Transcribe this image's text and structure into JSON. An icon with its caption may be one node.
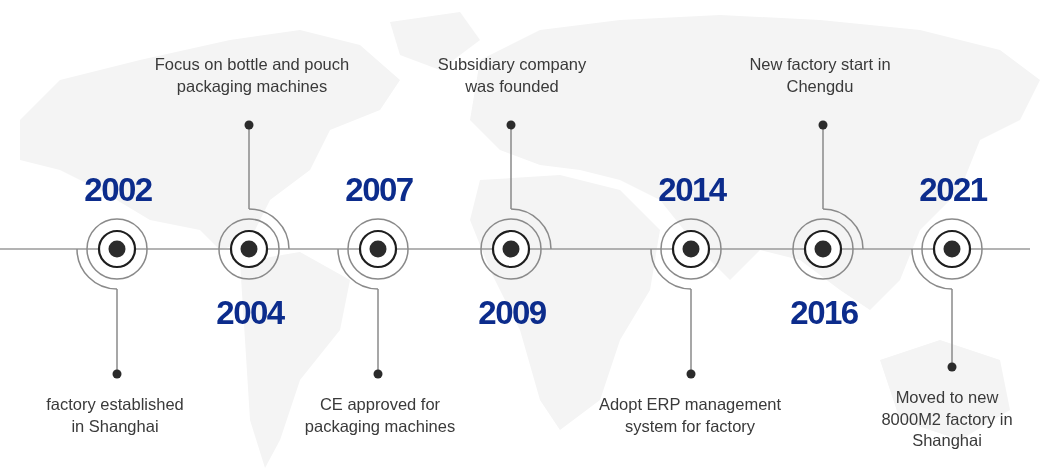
{
  "diagram": {
    "nodes": [
      {
        "text": [],
        "shape": "circle",
        "beside": [
          "2002"
        ]
      },
      {
        "text": [
          "factory established in Shanghai"
        ]
      },
      {
        "text": [],
        "shape": "circle",
        "beside": [
          "2004"
        ]
      },
      {
        "text": [
          "Focus on bottle and pouch packaging machines"
        ]
      },
      {
        "text": [],
        "shape": "circle",
        "beside": [
          "2007"
        ]
      },
      {
        "text": [
          "CE approved for packaging machines"
        ]
      },
      {
        "text": [],
        "shape": "circle",
        "beside": [
          "2009"
        ]
      },
      {
        "text": [
          "Subsidiary company was founded"
        ]
      },
      {
        "text": [],
        "shape": "circle",
        "beside": [
          "2014"
        ]
      },
      {
        "text": [
          "Adopt ERP management system for factory"
        ]
      },
      {
        "text": [],
        "shape": "circle",
        "beside": [
          "2016"
        ]
      },
      {
        "text": [
          "New factory start in Chengdu"
        ]
      },
      {
        "text": [],
        "shape": "circle",
        "beside": [
          "2021"
        ]
      },
      {
        "text": [
          "Moved to new 8000M2 factory in Shanghai"
        ]
      }
    ],
    "edges": [
      {
        "from": 0,
        "to": 1,
        "arrow": "other"
      },
      {
        "from": 2,
        "to": 3,
        "arrow": "other"
      },
      {
        "from": 4,
        "to": 5,
        "arrow": "other"
      },
      {
        "from": 6,
        "to": 7,
        "arrow": "other"
      },
      {
        "from": 8,
        "to": 9,
        "arrow": "other"
      },
      {
        "from": 10,
        "to": 11,
        "arrow": "other"
      },
      {
        "from": 12,
        "to": 13,
        "arrow": "other"
      }
    ]
  }
}
